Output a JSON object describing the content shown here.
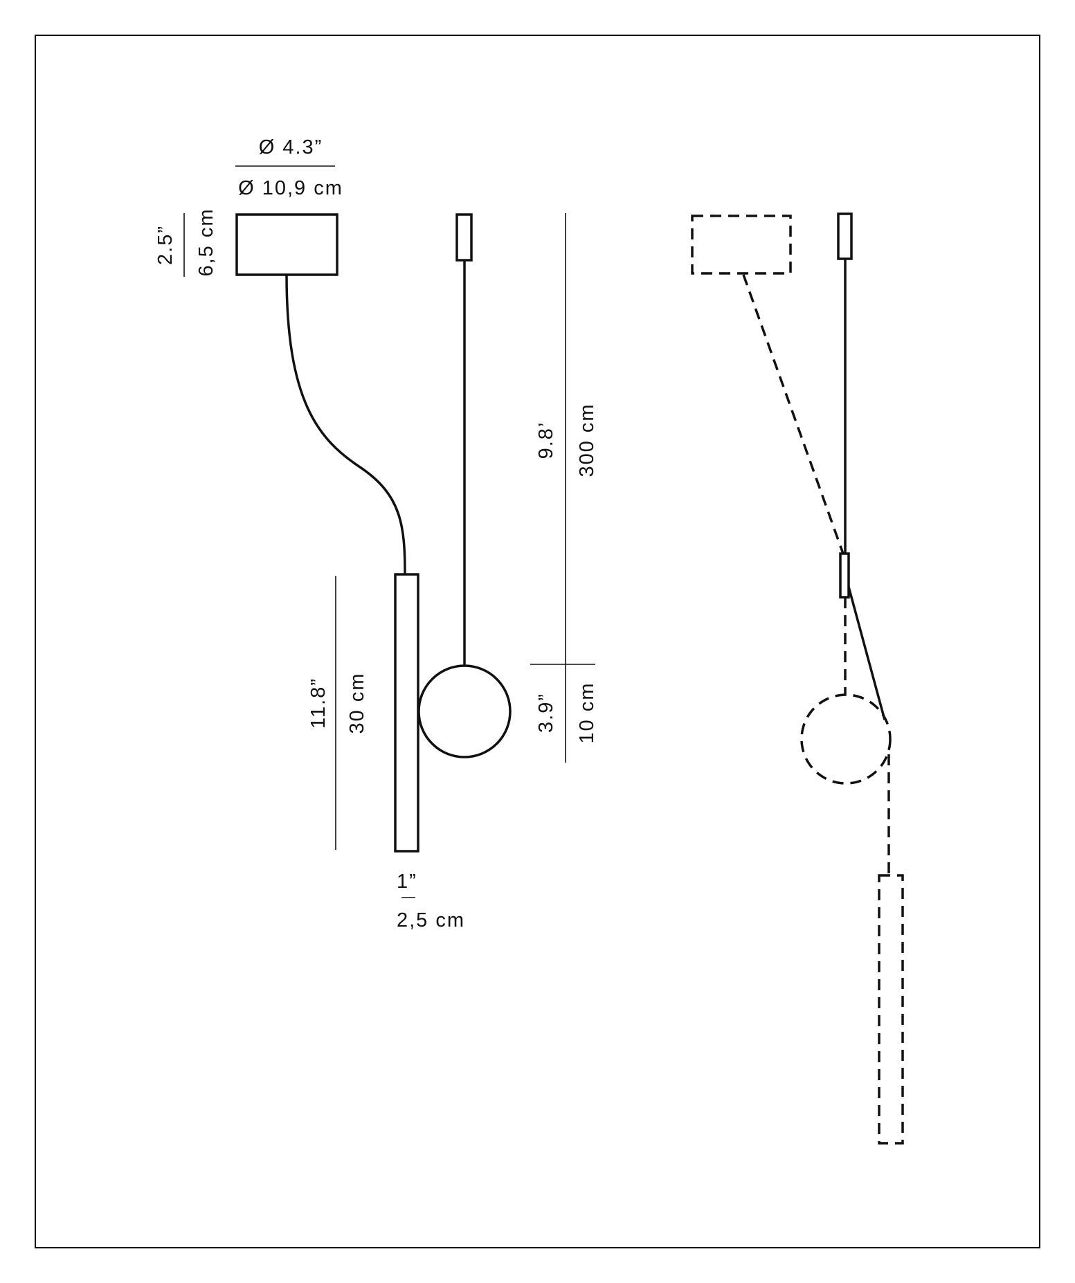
{
  "colors": {
    "line": "#111111",
    "background": "#ffffff"
  },
  "dimensions": {
    "canopy_diameter_in": "Ø 4.3”",
    "canopy_diameter_cm": "Ø 10,9 cm",
    "canopy_height_in": "2.5”",
    "canopy_height_cm": "6,5 cm",
    "tube_length_in": "11.8”",
    "tube_length_cm": "30 cm",
    "tube_width_in": "1”",
    "tube_width_cm": "2,5 cm",
    "cable_length_in": "9.8’",
    "cable_length_cm": "300 cm",
    "globe_diameter_in": "3.9”",
    "globe_diameter_cm": "10 cm"
  }
}
